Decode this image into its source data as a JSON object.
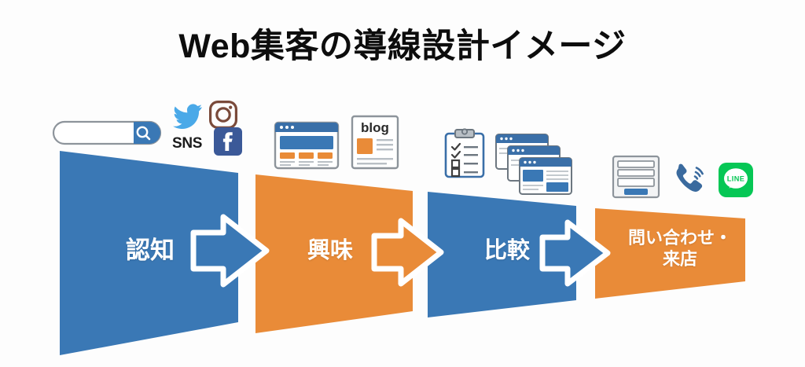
{
  "page": {
    "title": "Web集客の導線設計イメージ",
    "background_color": "#fdfdfd"
  },
  "colors": {
    "blue": "#3a78b5",
    "orange": "#e98b38",
    "blue_dark": "#336ba3",
    "orange_dark": "#dd7f2c",
    "label_text": "#ffffff",
    "title_text": "#0d0d0d",
    "line_green": "#06c755",
    "twitter_blue": "#4aa9e8",
    "facebook_blue": "#3b5998",
    "icon_gray": "#6d7780"
  },
  "funnel": {
    "stages": [
      {
        "id": "awareness",
        "label": "認知",
        "color": "#3a78b5"
      },
      {
        "id": "interest",
        "label": "興味",
        "color": "#e98b38"
      },
      {
        "id": "comparison",
        "label": "比較",
        "color": "#3a78b5"
      },
      {
        "id": "conversion",
        "label": "問い合わせ・\n来店",
        "color": "#e98b38"
      }
    ],
    "connectors": [
      {
        "id": "connector-1",
        "color": "#3a78b5",
        "direction": "right"
      },
      {
        "id": "connector-2",
        "color": "#e98b38",
        "direction": "right"
      },
      {
        "id": "connector-3",
        "color": "#3a78b5",
        "direction": "right"
      }
    ]
  },
  "icon_groups": [
    {
      "id": "awareness-icons",
      "caption": "SNS",
      "icons": [
        "search-bar-icon",
        "twitter-icon",
        "instagram-icon",
        "facebook-icon"
      ]
    },
    {
      "id": "interest-icons",
      "caption": "",
      "icons": [
        "website-icon",
        "blog-icon"
      ],
      "labels": {
        "blog": "blog"
      }
    },
    {
      "id": "comparison-icons",
      "caption": "",
      "icons": [
        "checklist-clipboard-icon",
        "stacked-windows-icon"
      ]
    },
    {
      "id": "conversion-icons",
      "caption": "",
      "icons": [
        "contact-form-icon",
        "ringing-phone-icon",
        "line-app-icon"
      ],
      "labels": {
        "line": "LINE"
      }
    }
  ]
}
